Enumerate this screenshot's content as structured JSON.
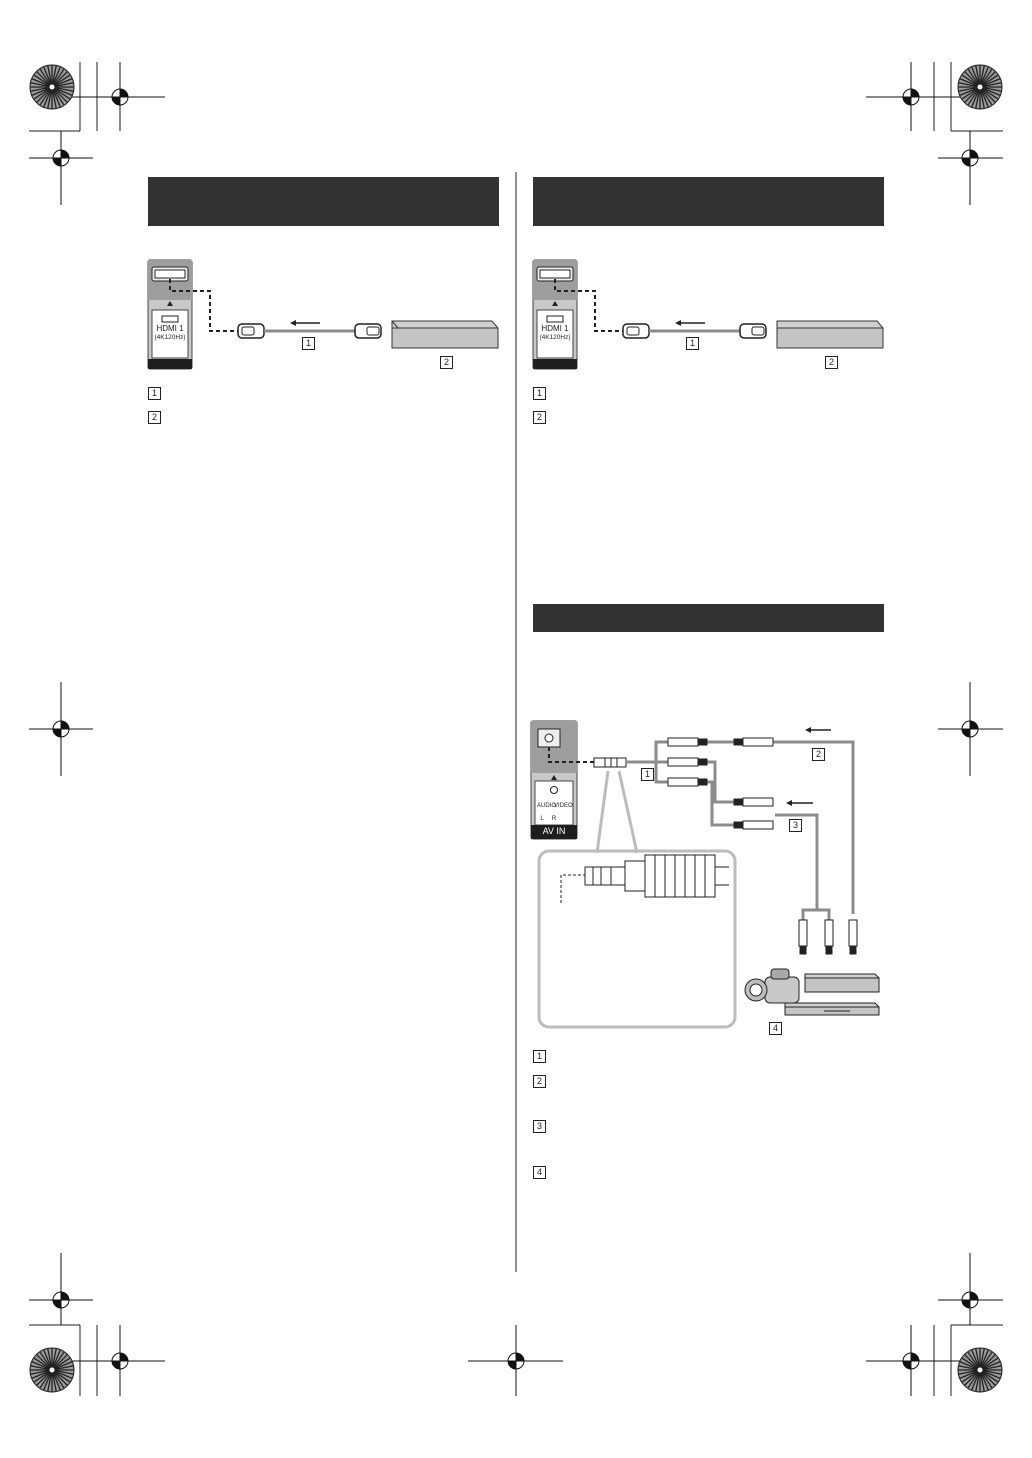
{
  "left_section": {
    "port": {
      "name": "HDMI 1",
      "spec": "(4K120Hz)"
    },
    "callouts": [
      "1",
      "2"
    ],
    "legend": [
      "1",
      "2"
    ]
  },
  "right_section": {
    "port": {
      "name": "HDMI 1",
      "spec": "(4K120Hz)"
    },
    "callouts": [
      "1",
      "2"
    ],
    "legend": [
      "1",
      "2"
    ]
  },
  "av_section": {
    "panel_labels": {
      "audio": "AUDIO",
      "video": "VIDEO",
      "left": "L",
      "right": "R",
      "av_in": "AV IN"
    },
    "callouts": [
      "1",
      "2",
      "3",
      "4"
    ],
    "legend": [
      "1",
      "2",
      "3",
      "4"
    ]
  },
  "colors": {
    "header_bar": "#333333",
    "cable_grey": "#8c8c8c",
    "inset_border": "#bcbcbc"
  }
}
